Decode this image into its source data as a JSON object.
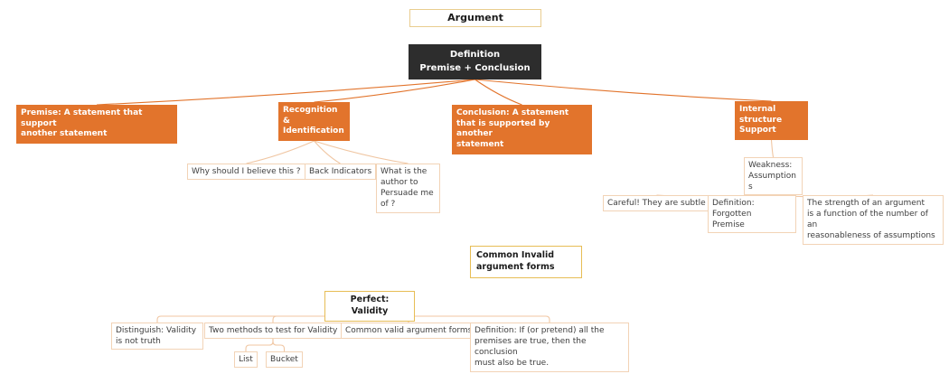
{
  "diagram": {
    "type": "mind-map",
    "topic": "Argument"
  },
  "colors": {
    "background": "#ffffff",
    "orange_fill": "#e2742c",
    "dark_fill": "#2d2d2d",
    "edge_strong": "#e2742c",
    "edge_soft": "#f0c6a2",
    "border_root": "#e9cd8f",
    "border_gold": "#e7bd55",
    "border_plain": "#f2d3b6",
    "text_light": "#ffffff",
    "text_dark": "#1b1b1b",
    "text_gray": "#3e3e3e"
  },
  "nodes": {
    "argument": {
      "label": "Argument"
    },
    "definition": {
      "label": "Definition\nPremise + Conclusion"
    },
    "premise": {
      "label": "Premise: A statement that support\nanother statement"
    },
    "recognition": {
      "label": "Recognition\n&\nIdentification"
    },
    "conclusion": {
      "label": "Conclusion: A statement\nthat is supported by another\nstatement"
    },
    "internal": {
      "label": "Internal\nstructure\nSupport"
    },
    "why": {
      "label": "Why should I believe this ?"
    },
    "back": {
      "label": "Back Indicators"
    },
    "what": {
      "label": "What is the\nauthor to\nPersuade me\nof ?"
    },
    "weakness": {
      "label": "Weakness:\nAssumptions"
    },
    "careful": {
      "label": "Careful! They are subtle"
    },
    "forgotten": {
      "label": "Definition: Forgotten\nPremise"
    },
    "strength": {
      "label": "The strength of an argument\nis a function of the number of an\nreasonableness of assumptions"
    },
    "invalid": {
      "label": "Common Invalid\nargument forms"
    },
    "perfect": {
      "label": "Perfect: Validity"
    },
    "distinguish": {
      "label": "Distinguish: Validity\nis not truth"
    },
    "twomethods": {
      "label": "Two methods to test for Validity"
    },
    "commonvalid": {
      "label": "Common valid argument forms"
    },
    "defvalid": {
      "label": "Definition: If (or pretend) all the\npremises are true, then the conclusion\nmust also be true."
    },
    "list": {
      "label": "List"
    },
    "bucket": {
      "label": "Bucket"
    }
  },
  "edges": [
    {
      "from": "definition",
      "to": "premise",
      "style": "curve",
      "tone": "strong"
    },
    {
      "from": "definition",
      "to": "recognition",
      "style": "curve",
      "tone": "strong"
    },
    {
      "from": "definition",
      "to": "conclusion",
      "style": "curve",
      "tone": "strong"
    },
    {
      "from": "definition",
      "to": "internal",
      "style": "curve",
      "tone": "strong"
    },
    {
      "from": "recognition",
      "to": "why",
      "style": "curve",
      "tone": "soft"
    },
    {
      "from": "recognition",
      "to": "back",
      "style": "curve",
      "tone": "soft"
    },
    {
      "from": "recognition",
      "to": "what",
      "style": "curve",
      "tone": "soft"
    },
    {
      "from": "internal",
      "to": "weakness",
      "style": "curve",
      "tone": "soft"
    },
    {
      "from": "weakness",
      "to": "careful",
      "style": "curve",
      "tone": "soft"
    },
    {
      "from": "weakness",
      "to": "forgotten",
      "style": "curve",
      "tone": "soft"
    },
    {
      "from": "weakness",
      "to": "strength",
      "style": "curve",
      "tone": "soft"
    },
    {
      "from": "perfect",
      "to": "distinguish",
      "style": "bracket",
      "tone": "soft"
    },
    {
      "from": "perfect",
      "to": "twomethods",
      "style": "bracket",
      "tone": "soft"
    },
    {
      "from": "perfect",
      "to": "commonvalid",
      "style": "bracket",
      "tone": "soft"
    },
    {
      "from": "perfect",
      "to": "defvalid",
      "style": "bracket",
      "tone": "soft"
    },
    {
      "from": "twomethods",
      "to": "list",
      "style": "bracket",
      "tone": "soft"
    },
    {
      "from": "twomethods",
      "to": "bucket",
      "style": "bracket",
      "tone": "soft"
    }
  ]
}
